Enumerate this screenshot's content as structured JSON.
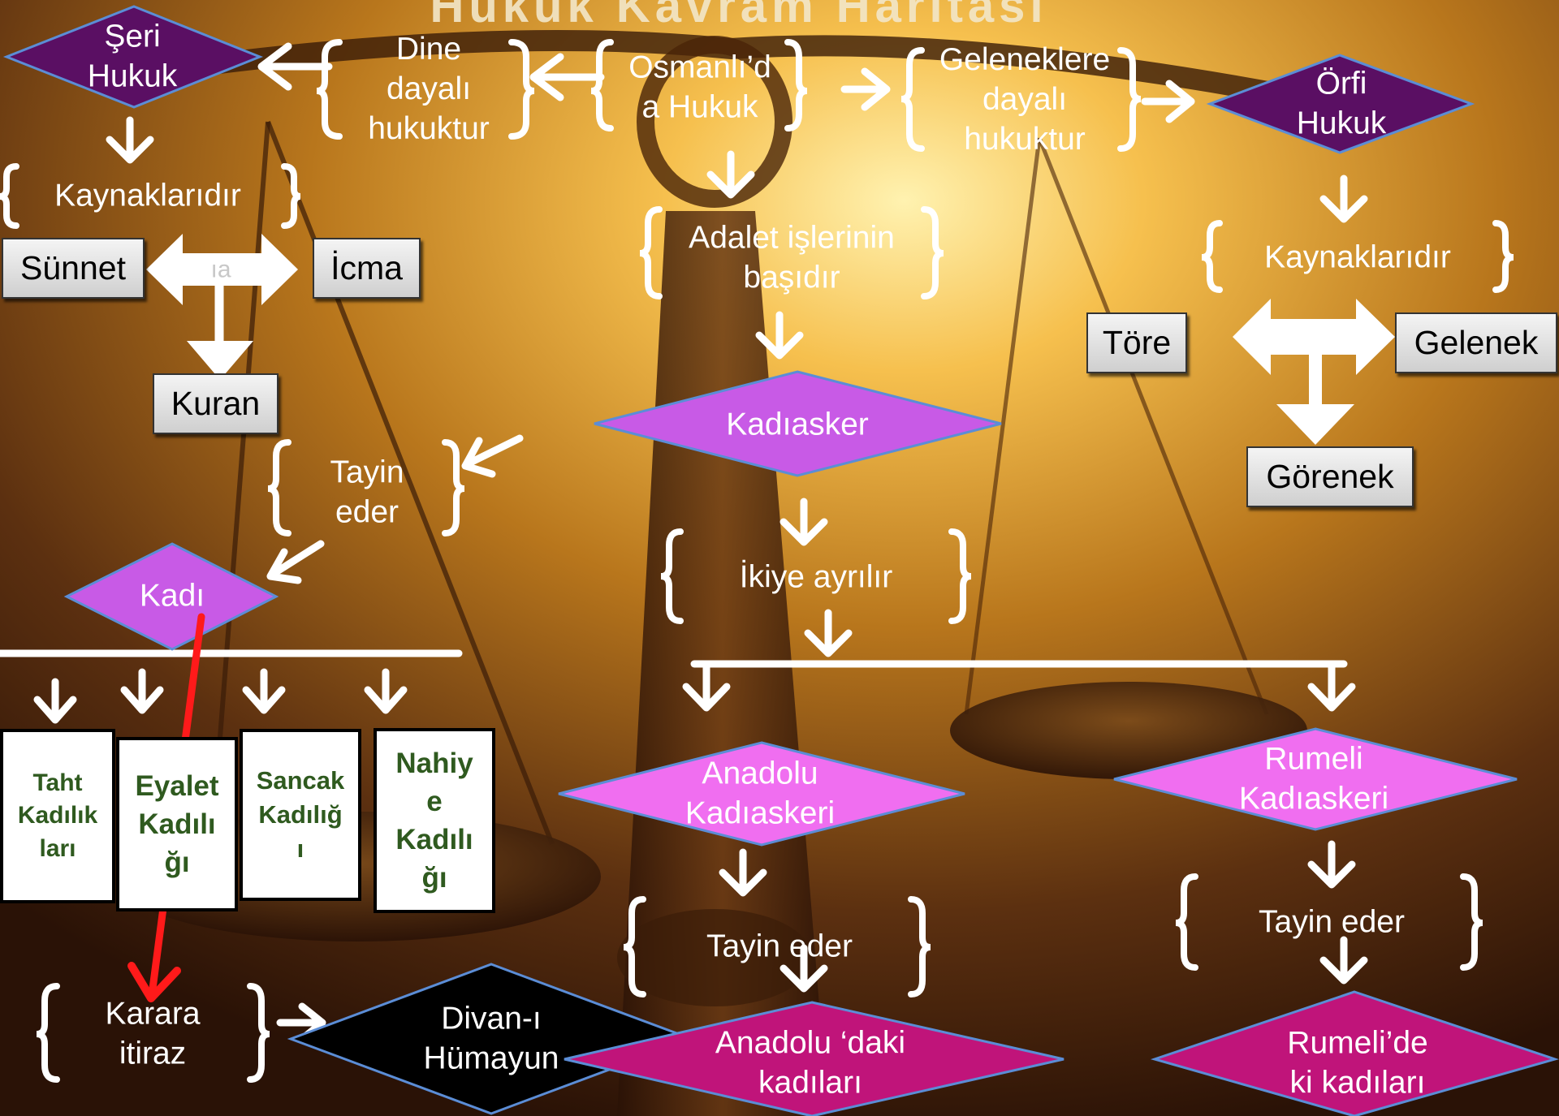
{
  "title": "Hukuk Kavram Haritası",
  "nodes": {
    "seri": "Şeri\nHukuk",
    "dine": "Dine\ndayalı\nhukuktur",
    "osmanli": "Osmanlı’d\na Hukuk",
    "gelenek_dayali": "Geleneklere\ndayalı\nhukuktur",
    "orfi": "Örfi\nHukuk",
    "kaynak_left": "Kaynaklarıdır",
    "kaynak_right": "Kaynaklarıdır",
    "sunnet": "Sünnet",
    "icma": "İcma",
    "kuran": "Kuran",
    "hidden_fragment": "ıa",
    "adalet": "Adalet işlerinin\nbaşıdır",
    "kadiasker": "Kadıasker",
    "tore": "Töre",
    "gelenek": "Gelenek",
    "gorenek": "Görenek",
    "tayin_left": "Tayin\neder",
    "kadi": "Kadı",
    "ikiye": "İkiye ayrılır",
    "taht": "Taht\nKadılık\nları",
    "eyalet": "Eyalet\nKadılı\nğı",
    "sancak": "Sancak\nKadılığ\nı",
    "nahiye": "Nahiy\ne\nKadılı\nğı",
    "anadolu_kad": "Anadolu\nKadıaskeri",
    "rumeli_kad": "Rumeli\nKadıaskeri",
    "tayin_mid": "Tayin eder",
    "tayin_right": "Tayin eder",
    "karara": "Karara\nitiraz",
    "divan": "Divan-ı\nHümayun",
    "anadolu_kadilari": "Anadolu ‘daki\nkadıları",
    "rumeli_kadilari": "Rumeli’de\nki kadıları"
  },
  "colors": {
    "purple_dark": "#5a0f63",
    "purple": "#c85ae6",
    "pink": "#f06ef0",
    "magenta_dark": "#c0147a",
    "black": "#000000",
    "arrow": "#ffffff",
    "highlight_arrow": "#ff1a1a"
  }
}
